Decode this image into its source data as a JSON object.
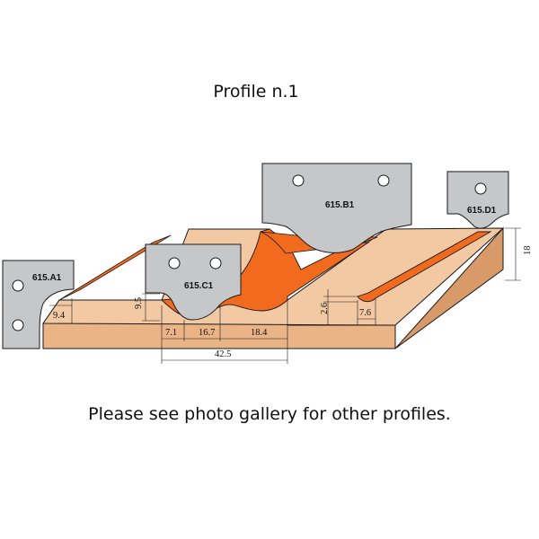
{
  "title": "Profile n.1",
  "caption": "Please see photo gallery for other profiles.",
  "colors": {
    "wood_top": "#f3c9a3",
    "wood_front": "#ebb487",
    "wood_side": "#d99a6a",
    "profile": "#f26a1e",
    "knife": "#c5c7c9",
    "line": "#1a1a1a"
  },
  "knives": {
    "a1": "615.A1",
    "b1": "615.B1",
    "c1": "615.C1",
    "d1": "615.D1"
  },
  "dimensions": {
    "a1_width": "9.4",
    "c1_depth": "9.5",
    "c1_step": "7.1",
    "c1_width": "16.7",
    "c1_flat": "18.4",
    "c1_total": "42.5",
    "d1_depth": "2.6",
    "d1_width": "7.6",
    "thickness": "18"
  }
}
